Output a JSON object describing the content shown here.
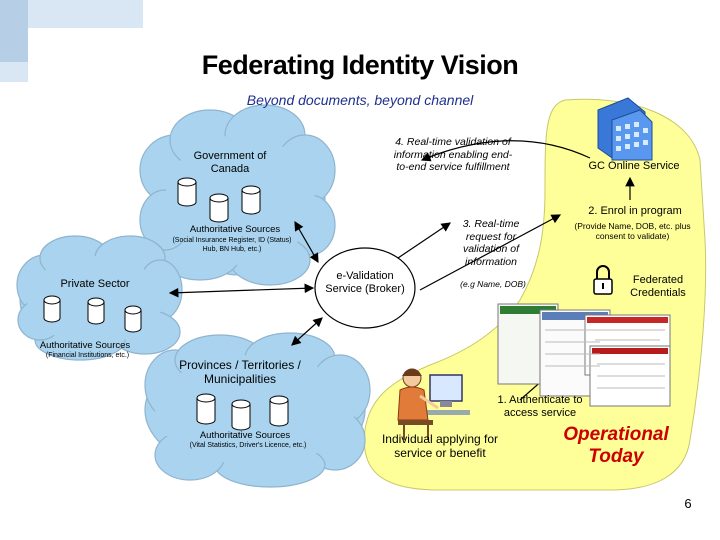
{
  "title": "Federating Identity Vision",
  "subtitle": "Beyond documents, beyond channel",
  "nodes": {
    "government": {
      "label": "Government of Canada",
      "sources_title": "Authoritative Sources",
      "sources_detail": "(Social Insurance Register, ID (Status) Hub, BN Hub, etc.)"
    },
    "private": {
      "label": "Private Sector",
      "sources_title": "Authoritative Sources",
      "sources_detail": "(Financial Institutions, etc.)"
    },
    "provinces": {
      "label": "Provinces / Territories / Municipalities",
      "sources_title": "Authoritative Sources",
      "sources_detail": "(Vital Statistics, Driver's Licence, etc.)"
    },
    "broker": {
      "label": "e-Validation Service (Broker)"
    },
    "gc_online": {
      "label": "GC Online Service"
    },
    "credentials": {
      "label": "Federated Credentials"
    },
    "individual": {
      "label": "Individual applying for service or benefit"
    }
  },
  "steps": {
    "step1": "1. Authenticate to access service",
    "step2": "2. Enrol in program",
    "step2_detail": "(Provide Name, DOB, etc. plus consent to validate)",
    "step3": "3. Real-time request for validation of information",
    "step3_detail": "(e.g Name, DOB)",
    "step4": "4. Real-time validation of information enabling end-to-end service fulfillment"
  },
  "banner": "Operational Today",
  "page_number": "6",
  "colors": {
    "cloud": "#a9d3ee",
    "cloud_stroke": "#8fb4cf",
    "zone": "#ffff99",
    "banner": "#cc0000",
    "subtitle": "#1f2f8f"
  }
}
